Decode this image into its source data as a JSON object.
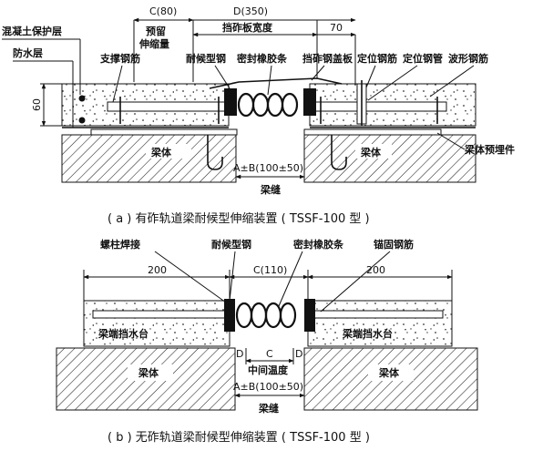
{
  "diagram_a": {
    "dims": {
      "c80": "C(80)",
      "d350": "D(350)",
      "reserve_line1": "预留",
      "reserve_line2": "伸缩量",
      "plate_width": "挡砟板宽度",
      "d70": "70",
      "h60": "60",
      "gap": "A±B(100±50)"
    },
    "labels": {
      "concrete_cover": "混凝土保护层",
      "waterproof": "防水层",
      "support_rebar": "支撑钢筋",
      "weather_steel": "耐候型钢",
      "seal_strip": "密封橡胶条",
      "ballast_cover": "挡砟钢盖板",
      "locating_rebar": "定位钢筋",
      "locating_tube": "定位钢管",
      "wave_rebar": "波形钢筋",
      "beam_left": "梁体",
      "beam_right": "梁体",
      "embedded": "梁体预埋件",
      "joint": "梁缝"
    },
    "caption": "( a ) 有砟轨道梁耐候型伸缩装置 ( TSSF-100 型 )"
  },
  "diagram_b": {
    "dims": {
      "w200_left": "200",
      "c110": "C(110)",
      "w200_right": "200",
      "d_left": "D",
      "c": "C",
      "d_right": "D",
      "mid_temp": "中间温度",
      "gap": "A±B(100±50)"
    },
    "labels": {
      "bolt_weld": "螺柱焊接",
      "weather_steel": "耐候型钢",
      "seal_strip": "密封橡胶条",
      "anchor_rebar": "锚固钢筋",
      "retain_left": "梁端挡水台",
      "retain_right": "梁端挡水台",
      "beam_left": "梁体",
      "beam_right": "梁体",
      "joint": "梁缝"
    },
    "caption": "( b ) 无砟轨道梁耐候型伸缩装置 ( TSSF-100 型 )"
  }
}
